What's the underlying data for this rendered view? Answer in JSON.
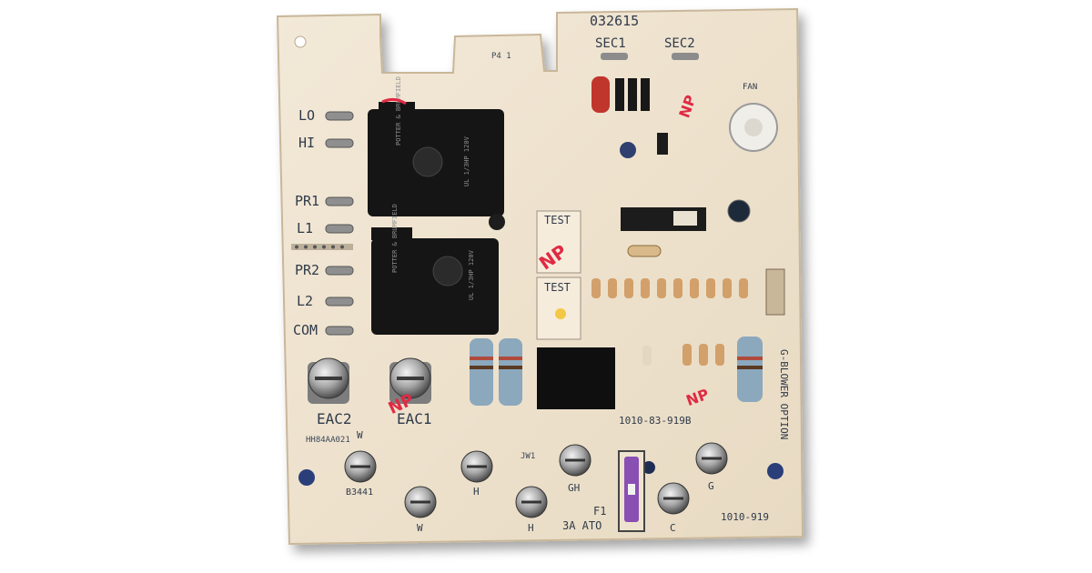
{
  "colors": {
    "board": "#efe3cf",
    "board_edge": "#c9b79a",
    "relay": "#141414",
    "silkscreen": "#2f3a4a",
    "marker_red": "#e02a44",
    "screw_metal": "#9a9a9a",
    "fuse": "#8a4fb3",
    "capacitor": "#c0362c"
  },
  "board": {
    "part_number": "032615",
    "sec1": "SEC1",
    "sec2": "SEC2",
    "pos_left_labels": [
      "LO",
      "HI",
      "PR1",
      "L1",
      "PR2",
      "L2",
      "COM"
    ],
    "eac2": "EAC2",
    "eac1": "EAC1",
    "board_id": "HH84AA021",
    "model_top": "1010-83-919B",
    "model_bottom": "1010-919",
    "test_1": "TEST",
    "test_2": "TEST",
    "fuse_label_1": "F1",
    "fuse_label_2": "3A ATO",
    "blower_option": "G-BLOWER OPTION",
    "fan_label": "FAN",
    "terminal_w1": "W",
    "terminal_w2": "W",
    "terminal_h1": "H",
    "terminal_h2": "H",
    "terminal_gh": "GH",
    "terminal_g": "G",
    "terminal_c": "C",
    "jumper": "JW1",
    "date_code": "B3441",
    "marker_np_1": "NP",
    "marker_np_2": "NP",
    "marker_np_3": "NP",
    "marker_np_4": "NP"
  }
}
